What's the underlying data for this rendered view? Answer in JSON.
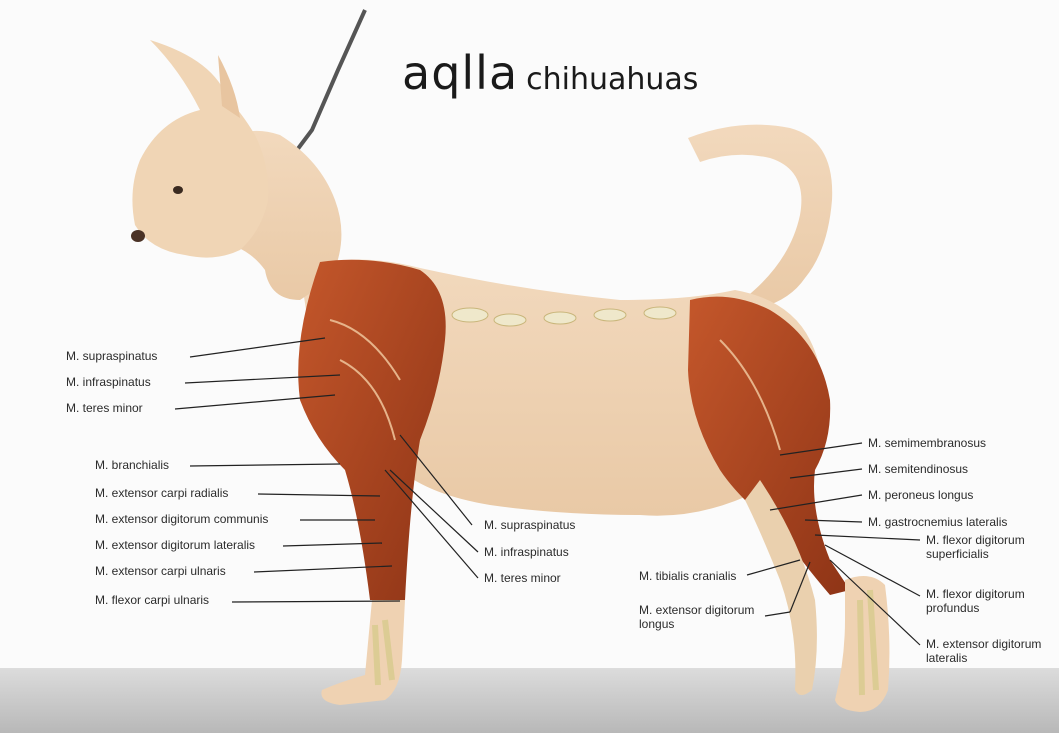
{
  "title": {
    "brand": "aqlla",
    "subtitle": "chihuahuas"
  },
  "colors": {
    "background": "#ffffff",
    "fur": "#efd2b2",
    "muscle": "#b5471f",
    "bone": "#ece0b0",
    "ground": "#c4c4c4",
    "leader_line": "#222222"
  },
  "labels": {
    "forelimb_shoulder": [
      "M. supraspinatus",
      "M. infraspinatus",
      "M. teres minor"
    ],
    "forelimb_lower": [
      "M. branchialis",
      "M. extensor carpi radialis",
      "M. extensor digitorum communis",
      "M. extensor digitorum lateralis",
      "M. extensor carpi ulnaris",
      "M. flexor carpi ulnaris"
    ],
    "forelimb_center": [
      "M. supraspinatus",
      "M. infraspinatus",
      "M. teres minor"
    ],
    "hindlimb_right": [
      "M. semimembranosus",
      "M. semitendinosus",
      "M. peroneus longus",
      "M. gastrocnemius lateralis"
    ],
    "hindlimb_multiline": [
      [
        "M. flexor digitorum",
        "superficialis"
      ],
      [
        "M. flexor digitorum",
        "profundus"
      ],
      [
        "M. extensor digitorum",
        "lateralis"
      ]
    ],
    "hindlimb_left": [
      "M. tibialis cranialis"
    ],
    "hindlimb_left_multiline": [
      [
        "M. extensor digitorum",
        "longus"
      ]
    ]
  }
}
